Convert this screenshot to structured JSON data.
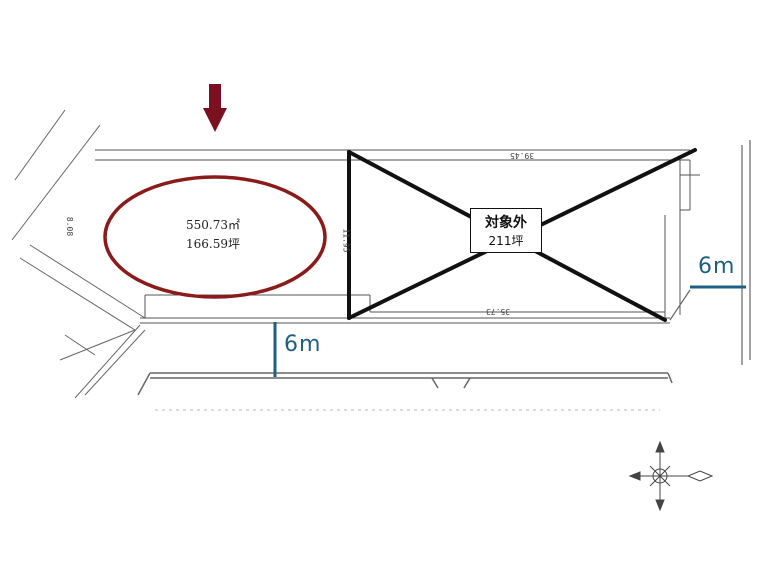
{
  "subject_area": {
    "m2": "550.73㎡",
    "tsubo": "166.59坪"
  },
  "excluded_area": {
    "label": "対象外",
    "tsubo": "211坪"
  },
  "roads": {
    "south_width": "6m",
    "east_width": "6m"
  },
  "dimensions": {
    "top": "39.45",
    "bottom": "35.73",
    "left_edge": "11.95",
    "left_a": "8.08"
  },
  "colors": {
    "subject_outline": "#8b1a1a",
    "arrow": "#7a1020",
    "road_marker": "#1f5f86",
    "lines": "#555555"
  },
  "compass": {
    "north_icon": "compass-rose-icon"
  }
}
